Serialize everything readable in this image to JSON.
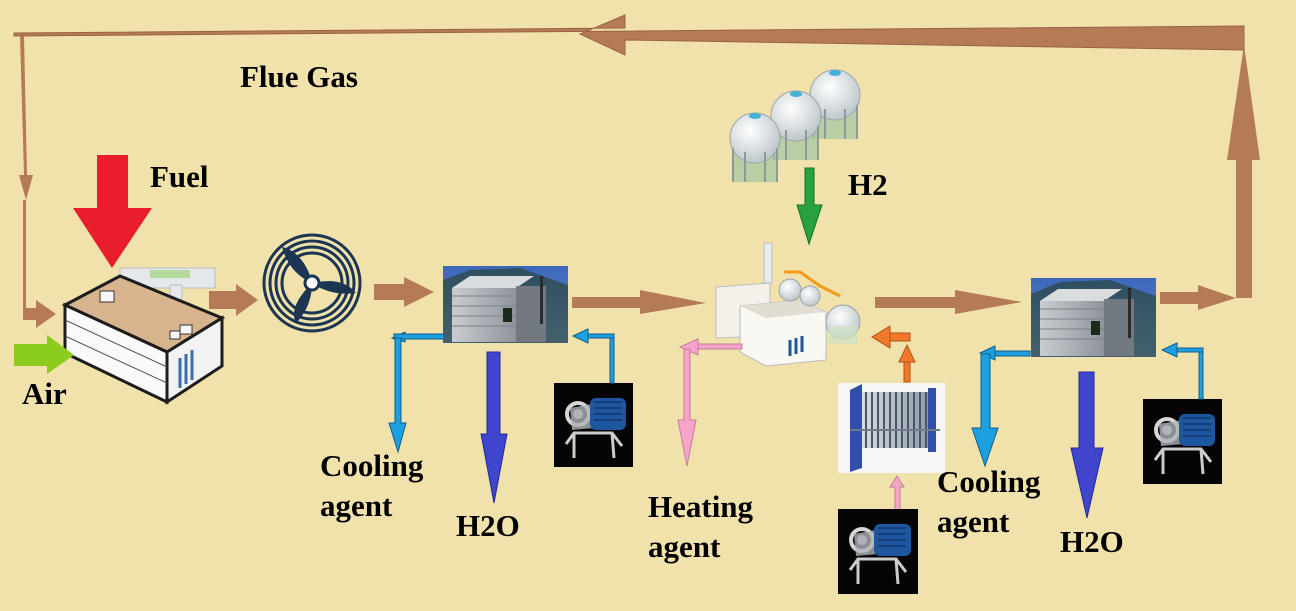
{
  "labels": {
    "flue_gas": "Flue Gas",
    "fuel": "Fuel",
    "air": "Air",
    "h2_in": "H2",
    "cooling_agent_1": [
      "Cooling",
      "agent"
    ],
    "h2o_1": "H2O",
    "heating_agent": [
      "Heating",
      "agent"
    ],
    "cooling_agent_2": [
      "Cooling",
      "agent"
    ],
    "h2o_2": "H2O"
  },
  "colors": {
    "background": "#f0e2aa",
    "gas_flow": "#b57b57",
    "fuel": "#ea1d2c",
    "air": "#8ccc1e",
    "hydrogen": "#27a23e",
    "cooling_agent": "#1ea0e0",
    "water": "#3f45cc",
    "heating_agent": "#f5a5c8",
    "heat_exchanger_out": "#f07a2a"
  },
  "components": [
    "boiler",
    "fan",
    "cooling-tower-1",
    "pump-1",
    "hydrogen-storage-tanks",
    "chemical-plant",
    "plate-heat-exchanger",
    "pump-2",
    "cooling-tower-2",
    "pump-3"
  ]
}
